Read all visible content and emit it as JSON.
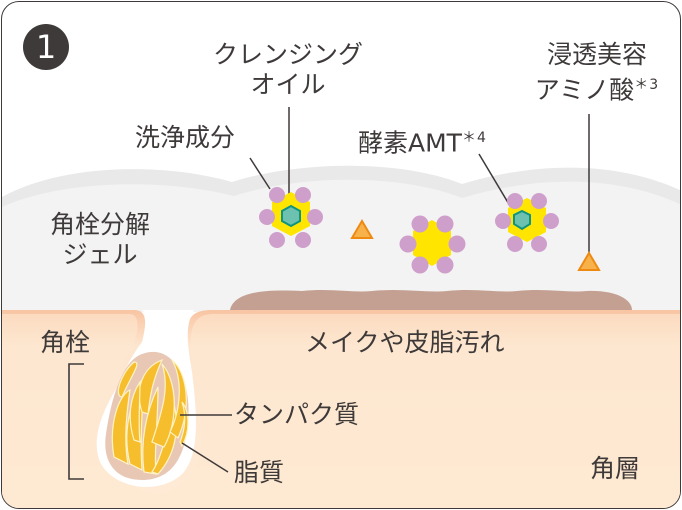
{
  "step_number": "1",
  "labels": {
    "cleansing_oil": [
      "クレンジング",
      "オイル"
    ],
    "detergent": "洗浄成分",
    "enzyme": "酵素AMT",
    "enzyme_note": "＊4",
    "amino_acid": [
      "浸透美容",
      "アミノ酸"
    ],
    "amino_acid_note": "＊3",
    "gel": [
      "角栓分解",
      "ジェル"
    ],
    "plug": "角栓",
    "makeup": "メイクや皮脂汚れ",
    "protein": "タンパク質",
    "lipid": "脂質",
    "stratum": "角層"
  },
  "colors": {
    "outline": "#3e3a39",
    "gel_layer": "#f2f2f2",
    "gel_wave": "#e6e6e6",
    "skin": "#fde9d2",
    "skin_edge": "#f7c9a8",
    "dirt": "#c4a092",
    "molecule_core": "#ffe500",
    "molecule_lobe": "#cf9fcb",
    "enzyme_hex": "#6cc1b0",
    "enzyme_hex_border": "#109480",
    "amino_tri": "#f8b24b",
    "amino_tri_border": "#ee8a12",
    "fiber": "#f6be2c",
    "plug_bg": "#e6c5b1"
  }
}
